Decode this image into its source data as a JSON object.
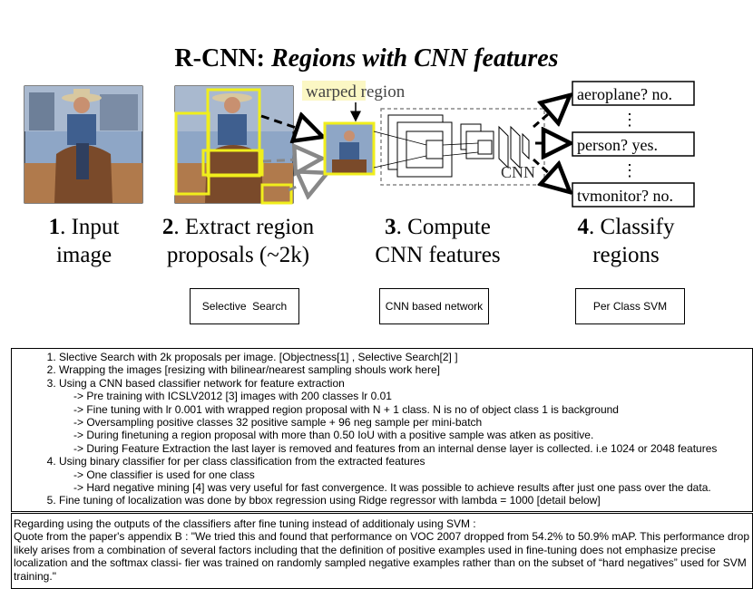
{
  "figure": {
    "title_prefix": "R-CNN: ",
    "title_italic": "Regions with CNN features",
    "warped_label": "warped region",
    "cnn_label": "CNN",
    "outputs": [
      "aeroplane? no.",
      "person? yes.",
      "tvmonitor? no."
    ],
    "ellipsis": "⋮",
    "steps": [
      {
        "num": "1",
        "line1": ". Input",
        "line2": "image"
      },
      {
        "num": "2",
        "line1": ". Extract region",
        "line2": "proposals (~2k)"
      },
      {
        "num": "3",
        "line1": ". Compute",
        "line2": "CNN features"
      },
      {
        "num": "4",
        "line1": ". Classify",
        "line2": "regions"
      }
    ]
  },
  "tools": [
    "Selective  Search",
    "CNN based network",
    "Per Class SVM"
  ],
  "notes": {
    "items": [
      {
        "text": "Slective Search with 2k proposals per image. [Objectness[1] , Selective Search[2] ]",
        "sub": []
      },
      {
        "text": "Wrapping the images [resizing with bilinear/nearest sampling shouls work here]",
        "sub": []
      },
      {
        "text": "Using a CNN based classifier network for feature extraction",
        "sub": [
          "-> Pre training with ICSLV2012 [3] images with 200 classes lr 0.01",
          "-> Fine tuning with lr 0.001 with wrapped region proposal with N + 1 class. N is no of object class 1 is background",
          "-> Oversampling positive classes 32 positive sample + 96 neg sample per mini-batch",
          "-> During finetuning a region proposal with more than 0.50 IoU with a positive sample was atken as positive.",
          "-> During Feature Extraction the last layer is removed and features from an internal dense layer is collected. i.e 1024 or 2048 features"
        ]
      },
      {
        "text": "Using binary classifier for per class classification from the extracted features",
        "sub": [
          "-> One classifier is used for one class",
          "-> Hard negative mining [4] was very useful for fast convergence. It was possible to achieve results after just one pass over the data."
        ]
      },
      {
        "text": "Fine tuning of localization was done by bbox regression using Ridge regressor with lambda = 1000 [detail below]",
        "sub": []
      }
    ]
  },
  "quote": {
    "line1": "Regarding using the outputs of the classifiers after fine tuning instead of additionaly using SVM :",
    "body": "Quote from the paper's appendix B : \"We tried this and found that performance on VOC 2007 dropped from 54.2% to 50.9% mAP. This performance drop likely arises from a combination of several factors including that the definition of positive examples used in fine-tuning does not emphasize precise localization and the softmax classi- fier was trained on randomly sampled negative examples rather than on the subset of “hard negatives” used for SVM training.\""
  },
  "colors": {
    "highlight": "#f0ee1c",
    "warp_bg": "#fbf7c4",
    "sky": "#8ea6c6",
    "horse": "#7a4a2a",
    "ground": "#b07a4c"
  }
}
